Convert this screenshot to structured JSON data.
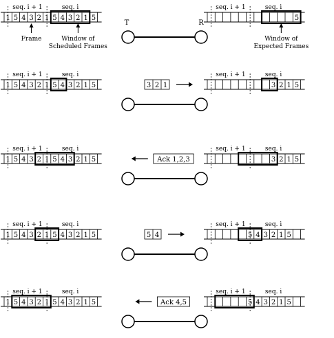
{
  "seq_labels": {
    "seq_i": "seq. i",
    "seq_i_plus_1": "seq. i + 1"
  },
  "node_labels": {
    "transmitter": "T",
    "receiver": "R"
  },
  "annotations": {
    "frame": "Frame",
    "scheduled_window": [
      "Window of",
      "Scheduled Frames"
    ],
    "expected_window": [
      "Window of",
      "Expected Frames"
    ]
  },
  "left_sequence": [
    "1",
    "5",
    "4",
    "3",
    "2",
    "1",
    "5",
    "4",
    "3",
    "2",
    "1",
    "5"
  ],
  "rows": [
    {
      "right_cells": [
        "",
        "",
        "",
        "",
        "",
        "",
        "",
        "",
        "",
        "",
        "",
        "5"
      ],
      "message": null,
      "message_direction": null
    },
    {
      "right_cells": [
        "",
        "",
        "",
        "",
        "",
        "",
        "",
        "",
        "3",
        "2",
        "1",
        "5"
      ],
      "message": "3 2 1",
      "message_direction": "right"
    },
    {
      "right_cells": [
        "",
        "",
        "",
        "",
        "",
        "",
        "",
        "",
        "3",
        "2",
        "1",
        "5"
      ],
      "message": "Ack 1,2,3",
      "message_direction": "left"
    },
    {
      "right_cells": [
        "",
        "",
        "",
        "",
        "",
        "5",
        "4",
        "3",
        "2",
        "1",
        "5",
        ""
      ],
      "message": "5 4",
      "message_direction": "right"
    },
    {
      "right_cells": [
        "",
        "",
        "",
        "",
        "",
        "5",
        "4",
        "3",
        "2",
        "1",
        "5",
        ""
      ],
      "message": "Ack 4,5",
      "message_direction": "left"
    }
  ],
  "colors": {
    "ink": "#000000",
    "background": "#ffffff"
  }
}
